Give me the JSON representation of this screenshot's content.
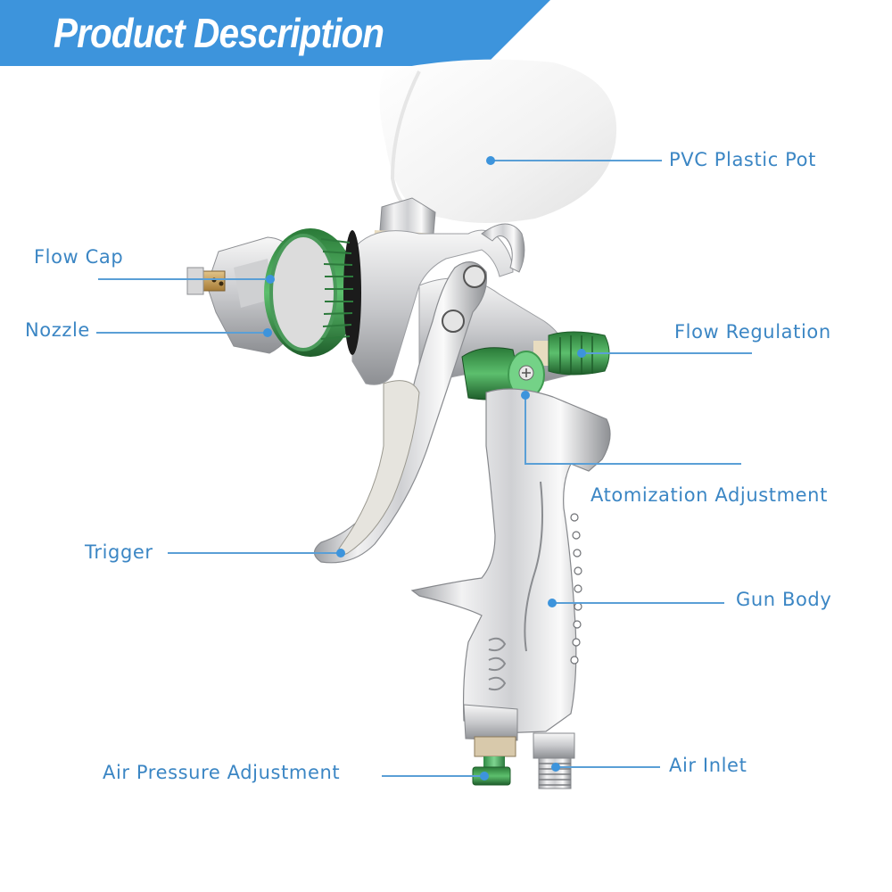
{
  "banner": {
    "title": "Product Description",
    "color": "#3d94dc",
    "text_color": "#ffffff"
  },
  "product": {
    "name": "HVLP gravity-feed spray gun",
    "colors": {
      "body": "#d9dadc",
      "accent_green": "#4caf64",
      "pot": "#f4f4f4",
      "brass": "#c9a05a"
    }
  },
  "callout_style": {
    "text_color": "#3b86c4",
    "line_color": "#5a9fd6",
    "dot_color": "#3d94dc"
  },
  "labels": [
    {
      "id": "pvc-plastic-pot",
      "text": "PVC Plastic Pot",
      "side": "right"
    },
    {
      "id": "flow-cap",
      "text": "Flow Cap",
      "side": "left"
    },
    {
      "id": "nozzle",
      "text": "Nozzle",
      "side": "left"
    },
    {
      "id": "flow-regulation",
      "text": "Flow Regulation",
      "side": "right"
    },
    {
      "id": "atomization-adjustment",
      "text": "Atomization Adjustment",
      "side": "right"
    },
    {
      "id": "trigger",
      "text": "Trigger",
      "side": "left"
    },
    {
      "id": "gun-body",
      "text": "Gun Body",
      "side": "right"
    },
    {
      "id": "air-pressure-adjustment",
      "text": "Air Pressure Adjustment",
      "side": "left"
    },
    {
      "id": "air-inlet",
      "text": "Air Inlet",
      "side": "right"
    }
  ]
}
